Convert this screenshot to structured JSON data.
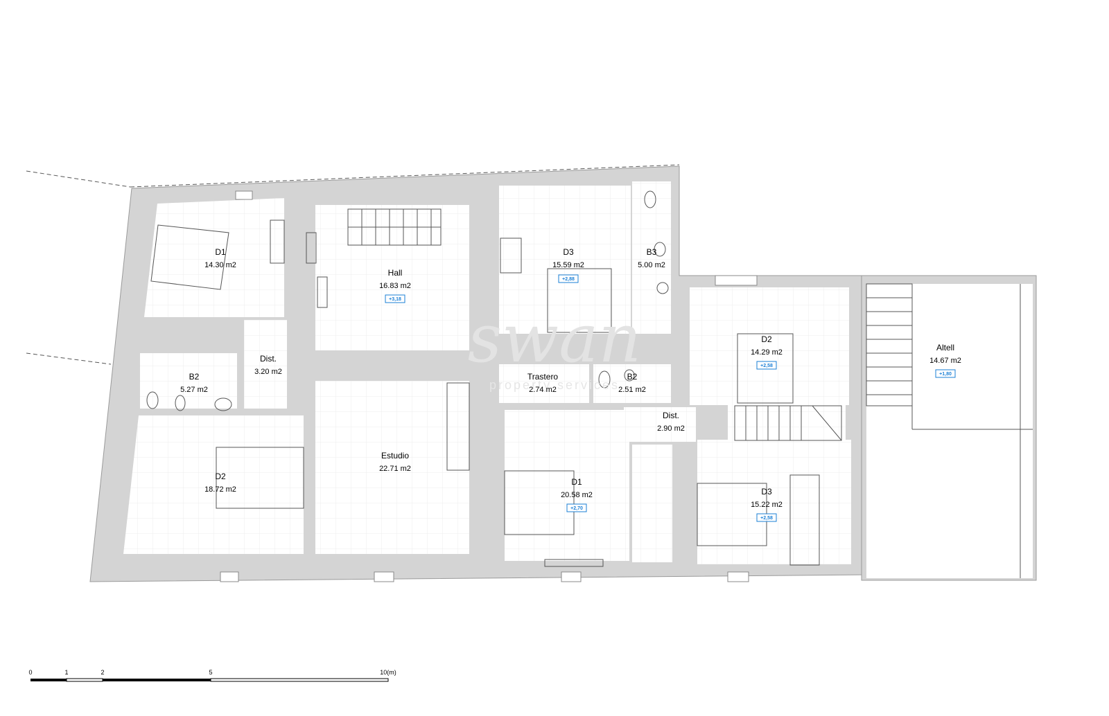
{
  "watermark": {
    "brand": "swan",
    "tagline": "property services"
  },
  "rooms": [
    {
      "id": "d1-left",
      "name": "D1",
      "area": "14.30 m2",
      "badge": ""
    },
    {
      "id": "hall",
      "name": "Hall",
      "area": "16.83 m2",
      "badge": "+3,18"
    },
    {
      "id": "d3-top",
      "name": "D3",
      "area": "15.59 m2",
      "badge": "+2,88"
    },
    {
      "id": "b3",
      "name": "B3",
      "area": "5.00 m2",
      "badge": ""
    },
    {
      "id": "dist-left",
      "name": "Dist.",
      "area": "3.20 m2",
      "badge": ""
    },
    {
      "id": "b2-left",
      "name": "B2",
      "area": "5.27 m2",
      "badge": ""
    },
    {
      "id": "d2-left",
      "name": "D2",
      "area": "18.72 m2",
      "badge": ""
    },
    {
      "id": "estudio",
      "name": "Estudio",
      "area": "22.71 m2",
      "badge": ""
    },
    {
      "id": "trastero",
      "name": "Trastero",
      "area": "2.74 m2",
      "badge": ""
    },
    {
      "id": "b2-mid",
      "name": "B2",
      "area": "2.51 m2",
      "badge": ""
    },
    {
      "id": "dist-mid",
      "name": "Dist.",
      "area": "2.90 m2",
      "badge": ""
    },
    {
      "id": "d1-mid",
      "name": "D1",
      "area": "20.58 m2",
      "badge": "+2,70"
    },
    {
      "id": "d2-right",
      "name": "D2",
      "area": "14.29 m2",
      "badge": "+2,58"
    },
    {
      "id": "d3-right",
      "name": "D3",
      "area": "15.22 m2",
      "badge": "+2,58"
    },
    {
      "id": "altell",
      "name": "Altell",
      "area": "14.67 m2",
      "badge": "+1,80"
    }
  ],
  "scale_bar": {
    "ticks": [
      "0",
      "1",
      "2",
      "5",
      "10(m)"
    ]
  },
  "colors": {
    "wall": "#d4d4d4",
    "wall_edge": "#9a9a9a",
    "tile": "#ececec",
    "badge": "#1a7fd6"
  }
}
